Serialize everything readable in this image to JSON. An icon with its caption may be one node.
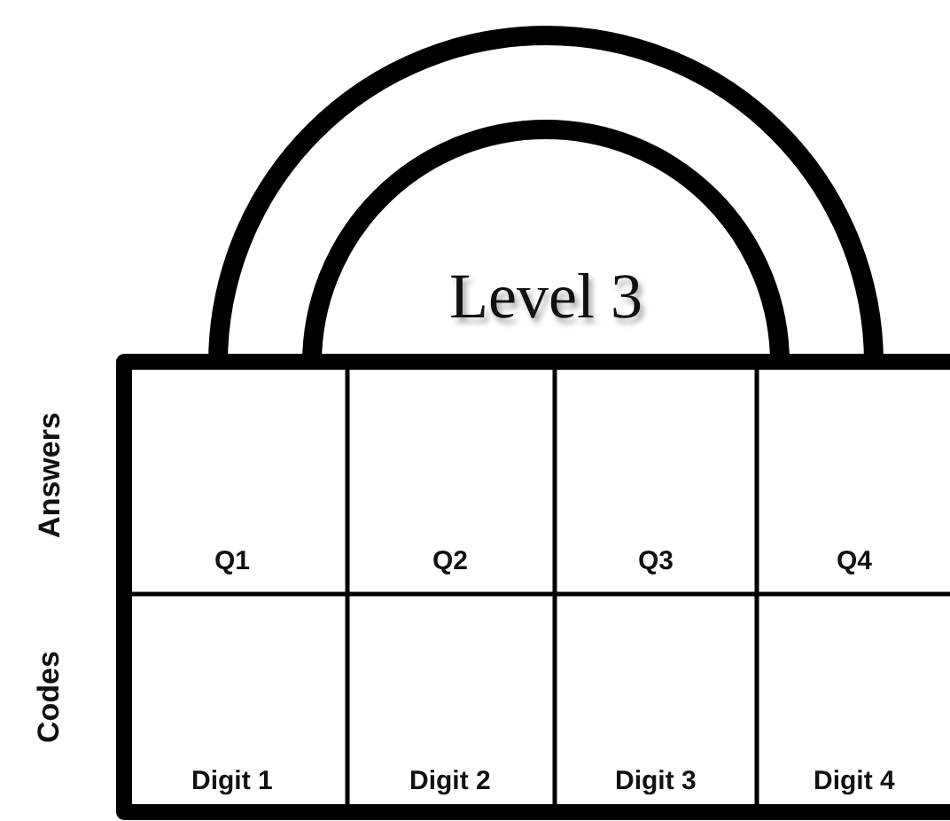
{
  "diagram": {
    "title": "Level 3",
    "labels": [
      "Answers",
      "Q1",
      "Q2",
      "Q3",
      "Q4",
      "Codes",
      "Digit 1",
      "Digit 2",
      "Digit 3",
      "Digit 4"
    ]
  }
}
